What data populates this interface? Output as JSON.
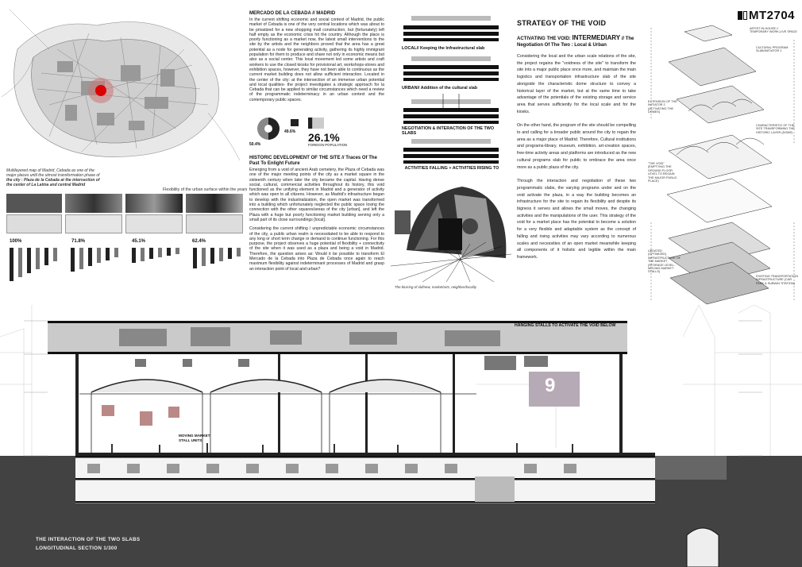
{
  "logo": {
    "code": "MT2704"
  },
  "map": {
    "caption_lines": [
      "Multilayered map of Madrid_Cebada as one of the",
      "major places until the utmost transformation phase of",
      "the city : Plaza de la Cebada at the intersection of",
      "the center of La Latina and central Madrid"
    ],
    "flex_caption": "Flexibility of the urban surface within the years"
  },
  "timeline": {
    "items": [
      {
        "pct": "100%",
        "value": 100
      },
      {
        "pct": "71.8%",
        "value": 71.8
      },
      {
        "pct": "45.1%",
        "value": 45.1
      },
      {
        "pct": "62.4%",
        "value": 62.4
      }
    ]
  },
  "mercado": {
    "heading": "MERCADO DE LA CEBADA // MADRID",
    "body": "In the current shifting economic and social context of Madrid, the public market of Cebada is one of the very central locations which was about to be privatized for a new shopping mall construction, but (fortunately) left half empty as the economic crisis hit the country. Although the place is poorly functioning as a market now, the latest small interventions to the site by the artists and the neighbors proved that the area has a great potential as a node for generating activity, gathering its highly immigrant population for them to produce and share not only in economic means but also as a social center. This local movement led some artists and craft workers to use the closed kiosks for provisional art, workshops-stores and exhibition spaces, however, they have not been able to continuous as the current market building does not allow sufficient interaction. Located in the center of the city: at the intersection of an immense urban potential and local qualities- the project investigates a strategic approach for la Cebada that can be applied to similar circumstances which need a review of the programmatic indeterminacy in an urban context and the contemporary public spaces.",
    "pie_left": "50.4%",
    "pie_right": "49.6%",
    "stat_value": "26.1%",
    "stat_label": "FOREIGN POPULATION"
  },
  "historic": {
    "heading": "HISTORIC DEVELOPMENT OF THE SITE // Traces Of The Past To Enlight Future",
    "body": "Emerging from a void of ancient Arab cemetery, the Plaza of Cebada was one of the major meeting points of the city as a market square in the sixteenth century when later the city became the capital. Having dense social, cultural, commercial activities throughout its history, this void functioned as the unifying element in Madrid and a generator of activity which was open to all citizens. However, as Madrid's infrastructure began to develop with the industrialization, the open market was transformed into a building which unfortunately neglected the public space losing the connection with the other squares/areas of the city [urban], and left the Plaza with a huge but poorly functioning market building serving only a small part of its close surroundings [local].",
    "body2": "Considering the current shifting / unpredictable economic circumstances of the city, a public urban realm is necessitated to be able to respond to any long or short term change or demand to continue functioning. For this purpose, the project observes a huge potential of flexibility + connectivity of the site when it was used as a plaza and being a void in Madrid. Therefore, the question arises as: Would it be possible to transform El Mercado de la Cebada into Plaza de Cebada once again to reach maximum flexibility against indeterminant processes of Madrid and grasp an interaction point of local and urban?"
  },
  "slabs": {
    "labels": [
      "LOCAL// Keeping the Infrastructural slab",
      "URBAN// Addition of the cultural slab",
      "NEGOTIATION & INTERACTION OF THE TWO SLABS",
      "ACTIVITIES FALLING + ACTIVITIES RISING TO ACTIVATE THE VOID"
    ],
    "collage_caption": "The blurring of old/new, market/arts, neighbor/locality"
  },
  "strategy": {
    "title": "STRATEGY OF THE VOID",
    "subtitle_a": "ACTIVATING THE VOID: ",
    "subtitle_b": "INTERMEDIARY",
    "subtitle_c": " // The Negotiation Of The Two : Local & Urban",
    "p1": "Considering the local and the urban scale relations of the site, the project regains the \"voidness of the site\" to transform the site into a major public place once more, and maintain the main logistics and transportation infrastructure slab of the site alongside the characteristic dome structure to convey a historical layer of the market, but at the same time to take advantage of the potentials of the existing storage and service area that serves sufficiently for the local scale and for the kiosks.",
    "p2": "On the other hand, the program of the site should be compelling to and calling for a broader public around the city to regain the area as a major place of Madrid. Therefore, Cultural institutions and programs-library, museum, exhibition, art-creation spaces, free-time activity areas and platforms are introduced as the new cultural programs slab for public to embrace the area once more as a public plaza of the city.",
    "p3": "Through the interaction and negotiation of these two programmatic slabs, the varying programs under and on the void activate the plaza, in a way the building becomes an infrastructure for the site to regain its flexibility and despite its bigness it serves and allows the small moves, the changing activities and the manipulations of the user. This strategy of the void for a market place has the potential to become a solution for a very flexible and adaptable system as the concept of falling and rising activities may vary according to numerous scales and necessities of an open market meanwhile keeping all components of it holistic and legible within the main framework."
  },
  "axo": {
    "labels": [
      "ARTIST IN-HOUSE // TEMPORARY WORK-LIVE SPACE",
      "CULTURAL PROGRAM SLAB/INITIATOR 1",
      "EXTENSION OF THE INITIATOR 2 (ACTIVATING THE DOMES)",
      "CHARACTERISTIC OF THE SITE TRANSFORMING THE HISTORIC LAYER (DOME)",
      "\"THE VOID\" (EMPTYING THE GROUND FLOOR LEVEL TO REGAIN THE MAJOR PUBLIC PLACE)",
      "UPDATED (OPTIMIZED) INFRASTRUCTURE OF THE MARKET (STORAGE LEVEL-MOVING MARKET STALLS)",
      "EXISTING TRANSPORTATION INFRASTRUCTURE (CAR PARK & SUBWAY STATION)"
    ]
  },
  "section": {
    "hanging_label": "HANGING STALLS TO ACTIVATE THE VOID BELOW",
    "moving_label": "MOVING MARKET STALL UNITS",
    "screen_number": "9",
    "title_line1": "THE INTERACTION OF THE TWO SLABS",
    "title_line2": "LONGITUDINAL SECTION 1/300"
  }
}
